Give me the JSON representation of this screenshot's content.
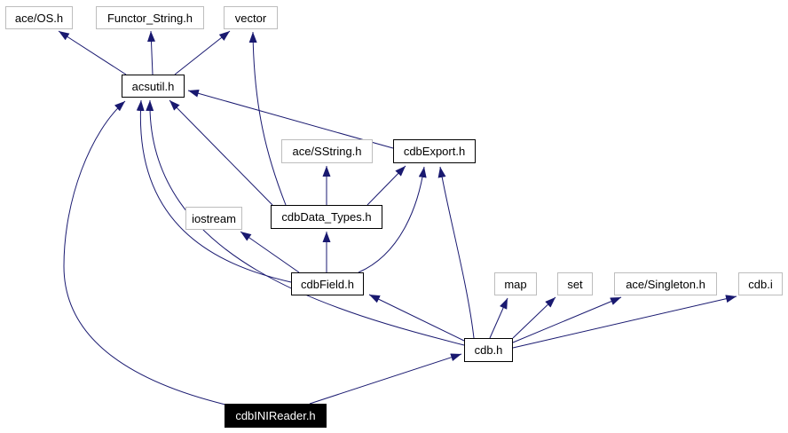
{
  "diagram": {
    "type": "include-dependency-graph",
    "background_color": "#ffffff",
    "edge_color": "#191970",
    "internal_node_border_color": "#000000",
    "external_node_border_color": "#bdbdbd",
    "current_node_background": "#000000",
    "current_node_text_color": "#ffffff"
  },
  "nodes": [
    {
      "id": "ace-os-h",
      "label": "ace/OS.h",
      "type": "external"
    },
    {
      "id": "functor-string-h",
      "label": "Functor_String.h",
      "type": "external"
    },
    {
      "id": "vector",
      "label": "vector",
      "type": "external"
    },
    {
      "id": "acsutil-h",
      "label": "acsutil.h",
      "type": "internal"
    },
    {
      "id": "ace-sstring-h",
      "label": "ace/SString.h",
      "type": "external"
    },
    {
      "id": "cdbexport-h",
      "label": "cdbExport.h",
      "type": "internal"
    },
    {
      "id": "iostream",
      "label": "iostream",
      "type": "external"
    },
    {
      "id": "cdbdata-types-h",
      "label": "cdbData_Types.h",
      "type": "internal"
    },
    {
      "id": "cdbfield-h",
      "label": "cdbField.h",
      "type": "internal"
    },
    {
      "id": "map",
      "label": "map",
      "type": "external"
    },
    {
      "id": "set",
      "label": "set",
      "type": "external"
    },
    {
      "id": "ace-singleton-h",
      "label": "ace/Singleton.h",
      "type": "external"
    },
    {
      "id": "cdb-i",
      "label": "cdb.i",
      "type": "external"
    },
    {
      "id": "cdb-h",
      "label": "cdb.h",
      "type": "internal"
    },
    {
      "id": "cdbinireader-h",
      "label": "cdbINIReader.h",
      "type": "current"
    }
  ],
  "edges": [
    {
      "from": "acsutil.h",
      "to": "ace/OS.h"
    },
    {
      "from": "acsutil.h",
      "to": "Functor_String.h"
    },
    {
      "from": "acsutil.h",
      "to": "vector"
    },
    {
      "from": "cdbData_Types.h",
      "to": "vector"
    },
    {
      "from": "cdbExport.h",
      "to": "acsutil.h"
    },
    {
      "from": "cdbData_Types.h",
      "to": "acsutil.h"
    },
    {
      "from": "cdbData_Types.h",
      "to": "ace/SString.h"
    },
    {
      "from": "cdbData_Types.h",
      "to": "cdbExport.h"
    },
    {
      "from": "cdbField.h",
      "to": "acsutil.h"
    },
    {
      "from": "cdbField.h",
      "to": "iostream"
    },
    {
      "from": "cdbField.h",
      "to": "cdbData_Types.h"
    },
    {
      "from": "cdbField.h",
      "to": "cdbExport.h"
    },
    {
      "from": "cdb.h",
      "to": "acsutil.h"
    },
    {
      "from": "cdb.h",
      "to": "cdbExport.h"
    },
    {
      "from": "cdb.h",
      "to": "cdbField.h"
    },
    {
      "from": "cdb.h",
      "to": "map"
    },
    {
      "from": "cdb.h",
      "to": "set"
    },
    {
      "from": "cdb.h",
      "to": "ace/Singleton.h"
    },
    {
      "from": "cdb.h",
      "to": "cdb.i"
    },
    {
      "from": "cdbINIReader.h",
      "to": "acsutil.h"
    },
    {
      "from": "cdbINIReader.h",
      "to": "cdb.h"
    }
  ]
}
